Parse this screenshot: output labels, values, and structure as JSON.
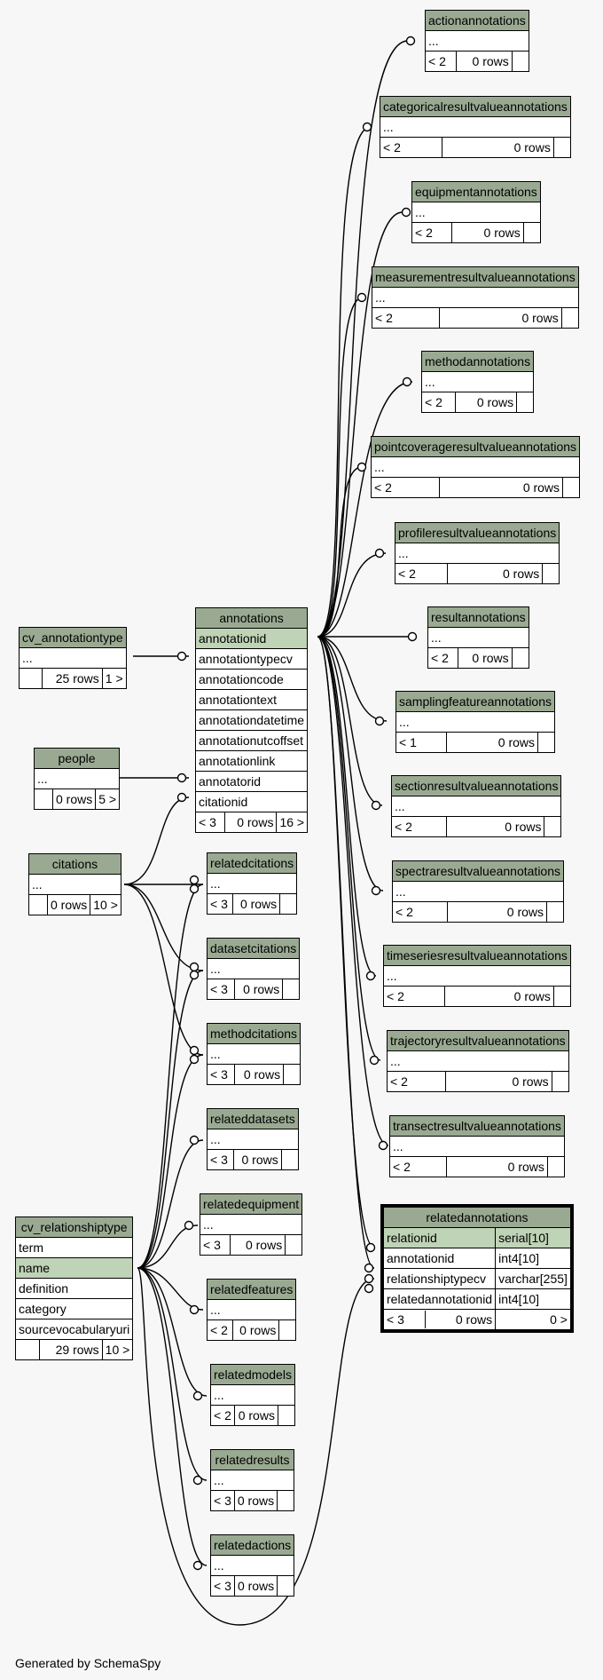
{
  "footer": "Generated by SchemaSpy",
  "tables": {
    "actionannotations": {
      "name": "actionannotations",
      "rows": [
        "..."
      ],
      "prev": "< 2",
      "count": "0 rows",
      "next": ""
    },
    "categoricalresultvalueannotations": {
      "name": "categoricalresultvalueannotations",
      "rows": [
        "..."
      ],
      "prev": "< 2",
      "count": "0 rows",
      "next": ""
    },
    "equipmentannotations": {
      "name": "equipmentannotations",
      "rows": [
        "..."
      ],
      "prev": "< 2",
      "count": "0 rows",
      "next": ""
    },
    "measurementresultvalueannotations": {
      "name": "measurementresultvalueannotations",
      "rows": [
        "..."
      ],
      "prev": "< 2",
      "count": "0 rows",
      "next": ""
    },
    "methodannotations": {
      "name": "methodannotations",
      "rows": [
        "..."
      ],
      "prev": "< 2",
      "count": "0 rows",
      "next": ""
    },
    "pointcoverageresultvalueannotations": {
      "name": "pointcoverageresultvalueannotations",
      "rows": [
        "..."
      ],
      "prev": "< 2",
      "count": "0 rows",
      "next": ""
    },
    "profileresultvalueannotations": {
      "name": "profileresultvalueannotations",
      "rows": [
        "..."
      ],
      "prev": "< 2",
      "count": "0 rows",
      "next": ""
    },
    "resultannotations": {
      "name": "resultannotations",
      "rows": [
        "..."
      ],
      "prev": "< 2",
      "count": "0 rows",
      "next": ""
    },
    "samplingfeatureannotations": {
      "name": "samplingfeatureannotations",
      "rows": [
        "..."
      ],
      "prev": "< 1",
      "count": "0 rows",
      "next": ""
    },
    "sectionresultvalueannotations": {
      "name": "sectionresultvalueannotations",
      "rows": [
        "..."
      ],
      "prev": "< 2",
      "count": "0 rows",
      "next": ""
    },
    "spectraresultvalueannotations": {
      "name": "spectraresultvalueannotations",
      "rows": [
        "..."
      ],
      "prev": "< 2",
      "count": "0 rows",
      "next": ""
    },
    "timeseriesresultvalueannotations": {
      "name": "timeseriesresultvalueannotations",
      "rows": [
        "..."
      ],
      "prev": "< 2",
      "count": "0 rows",
      "next": ""
    },
    "trajectoryresultvalueannotations": {
      "name": "trajectoryresultvalueannotations",
      "rows": [
        "..."
      ],
      "prev": "< 2",
      "count": "0 rows",
      "next": ""
    },
    "transectresultvalueannotations": {
      "name": "transectresultvalueannotations",
      "rows": [
        "..."
      ],
      "prev": "< 2",
      "count": "0 rows",
      "next": ""
    },
    "cv_annotationtype": {
      "name": "cv_annotationtype",
      "rows": [
        "..."
      ],
      "prev": "",
      "count": "25 rows",
      "next": "1 >"
    },
    "annotations": {
      "name": "annotations",
      "rows": [
        "annotationid",
        "annotationtypecv",
        "annotationcode",
        "annotationtext",
        "annotationdatetime",
        "annotationutcoffset",
        "annotationlink",
        "annotatorid",
        "citationid"
      ],
      "prev": "< 3",
      "count": "0 rows",
      "next": "16 >"
    },
    "people": {
      "name": "people",
      "rows": [
        "..."
      ],
      "prev": "",
      "count": "0 rows",
      "next": "5 >"
    },
    "citations": {
      "name": "citations",
      "rows": [
        "..."
      ],
      "prev": "",
      "count": "0 rows",
      "next": "10 >"
    },
    "relatedcitations": {
      "name": "relatedcitations",
      "rows": [
        "..."
      ],
      "prev": "< 3",
      "count": "0 rows",
      "next": ""
    },
    "datasetcitations": {
      "name": "datasetcitations",
      "rows": [
        "..."
      ],
      "prev": "< 3",
      "count": "0 rows",
      "next": ""
    },
    "methodcitations": {
      "name": "methodcitations",
      "rows": [
        "..."
      ],
      "prev": "< 3",
      "count": "0 rows",
      "next": ""
    },
    "relateddatasets": {
      "name": "relateddatasets",
      "rows": [
        "..."
      ],
      "prev": "< 3",
      "count": "0 rows",
      "next": ""
    },
    "relatedequipment": {
      "name": "relatedequipment",
      "rows": [
        "..."
      ],
      "prev": "< 3",
      "count": "0 rows",
      "next": ""
    },
    "relatedfeatures": {
      "name": "relatedfeatures",
      "rows": [
        "..."
      ],
      "prev": "< 2",
      "count": "0 rows",
      "next": ""
    },
    "relatedmodels": {
      "name": "relatedmodels",
      "rows": [
        "..."
      ],
      "prev": "< 2",
      "count": "0 rows",
      "next": ""
    },
    "relatedresults": {
      "name": "relatedresults",
      "rows": [
        "..."
      ],
      "prev": "< 3",
      "count": "0 rows",
      "next": ""
    },
    "relatedactions": {
      "name": "relatedactions",
      "rows": [
        "..."
      ],
      "prev": "< 3",
      "count": "0 rows",
      "next": ""
    },
    "cv_relationshiptype": {
      "name": "cv_relationshiptype",
      "rows": [
        "term",
        "name",
        "definition",
        "category",
        "sourcevocabularyuri"
      ],
      "prev": "",
      "count": "29 rows",
      "next": "10 >"
    }
  },
  "relatedannotations": {
    "name": "relatedannotations",
    "columns": [
      {
        "name": "relationid",
        "type": "serial[10]"
      },
      {
        "name": "annotationid",
        "type": "int4[10]"
      },
      {
        "name": "relationshiptypecv",
        "type": "varchar[255]"
      },
      {
        "name": "relatedannotationid",
        "type": "int4[10]"
      }
    ],
    "prev": "< 3",
    "count": "0 rows",
    "next": "0 >"
  }
}
